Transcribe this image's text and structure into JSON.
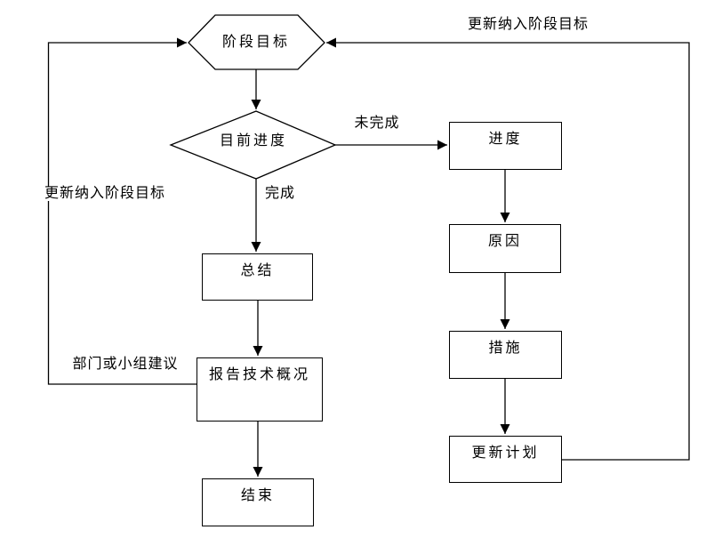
{
  "diagram": {
    "type": "flowchart",
    "colors": {
      "background": "#ffffff",
      "line": "#000000",
      "text": "#000000"
    },
    "nodes": {
      "stage_goal": "阶段目标",
      "current_progress": "目前进度",
      "summary": "总结",
      "report": "报告技术概况",
      "end": "结束",
      "progress": "进度",
      "reason": "原因",
      "measures": "措施",
      "update_plan": "更新计划"
    },
    "edge_labels": {
      "top_feedback": "更新纳入阶段目标",
      "left_feedback": "更新纳入阶段目标",
      "not_done": "未完成",
      "done": "完成",
      "suggestion": "部门或小组建议"
    }
  }
}
